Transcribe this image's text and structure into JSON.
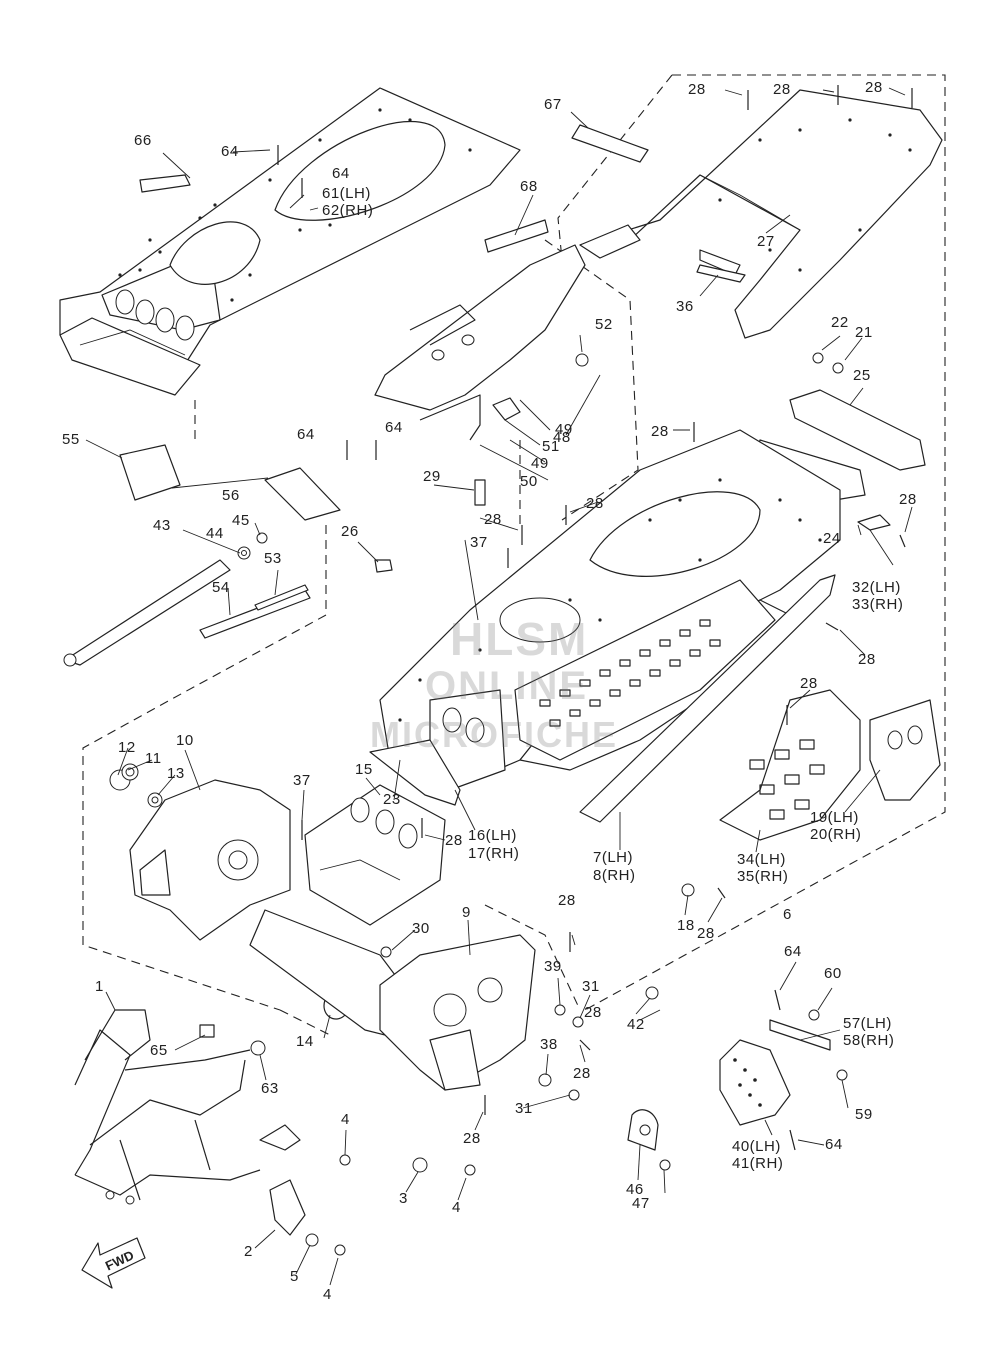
{
  "watermark": {
    "line1": "HLSM",
    "line2": "ONLINE",
    "line3": "MICROFICHE"
  },
  "fwd_label": "FWD",
  "callouts": [
    {
      "id": "c1",
      "text": "1"
    },
    {
      "id": "c2",
      "text": "2"
    },
    {
      "id": "c3",
      "text": "3"
    },
    {
      "id": "c4a",
      "text": "4"
    },
    {
      "id": "c4b",
      "text": "4"
    },
    {
      "id": "c4c",
      "text": "4"
    },
    {
      "id": "c5",
      "text": "5"
    },
    {
      "id": "c6",
      "text": "6"
    },
    {
      "id": "c7",
      "text": "7(LH)"
    },
    {
      "id": "c8",
      "text": "8(RH)"
    },
    {
      "id": "c9",
      "text": "9"
    },
    {
      "id": "c10",
      "text": "10"
    },
    {
      "id": "c11",
      "text": "11"
    },
    {
      "id": "c12",
      "text": "12"
    },
    {
      "id": "c13",
      "text": "13"
    },
    {
      "id": "c14",
      "text": "14"
    },
    {
      "id": "c15",
      "text": "15"
    },
    {
      "id": "c16",
      "text": "16(LH)"
    },
    {
      "id": "c17",
      "text": "17(RH)"
    },
    {
      "id": "c18",
      "text": "18"
    },
    {
      "id": "c19",
      "text": "19(LH)"
    },
    {
      "id": "c20",
      "text": "20(RH)"
    },
    {
      "id": "c21",
      "text": "21"
    },
    {
      "id": "c22",
      "text": "22"
    },
    {
      "id": "c23",
      "text": "23"
    },
    {
      "id": "c24",
      "text": "24"
    },
    {
      "id": "c25",
      "text": "25"
    },
    {
      "id": "c26",
      "text": "26"
    },
    {
      "id": "c27",
      "text": "27"
    },
    {
      "id": "c28a",
      "text": "28"
    },
    {
      "id": "c28b",
      "text": "28"
    },
    {
      "id": "c28c",
      "text": "28"
    },
    {
      "id": "c28d",
      "text": "28"
    },
    {
      "id": "c28e",
      "text": "28"
    },
    {
      "id": "c28f",
      "text": "28"
    },
    {
      "id": "c28g",
      "text": "28"
    },
    {
      "id": "c28h",
      "text": "28"
    },
    {
      "id": "c28i",
      "text": "28"
    },
    {
      "id": "c28j",
      "text": "28"
    },
    {
      "id": "c28k",
      "text": "28"
    },
    {
      "id": "c28l",
      "text": "28"
    },
    {
      "id": "c28m",
      "text": "28"
    },
    {
      "id": "c28n",
      "text": "28"
    },
    {
      "id": "c28o",
      "text": "28"
    },
    {
      "id": "c29",
      "text": "29"
    },
    {
      "id": "c30",
      "text": "30"
    },
    {
      "id": "c31a",
      "text": "31"
    },
    {
      "id": "c31b",
      "text": "31"
    },
    {
      "id": "c32",
      "text": "32(LH)"
    },
    {
      "id": "c33",
      "text": "33(RH)"
    },
    {
      "id": "c34",
      "text": "34(LH)"
    },
    {
      "id": "c35",
      "text": "35(RH)"
    },
    {
      "id": "c36",
      "text": "36"
    },
    {
      "id": "c37a",
      "text": "37"
    },
    {
      "id": "c37b",
      "text": "37"
    },
    {
      "id": "c38",
      "text": "38"
    },
    {
      "id": "c39",
      "text": "39"
    },
    {
      "id": "c40",
      "text": "40(LH)"
    },
    {
      "id": "c41",
      "text": "41(RH)"
    },
    {
      "id": "c42",
      "text": "42"
    },
    {
      "id": "c43",
      "text": "43"
    },
    {
      "id": "c44",
      "text": "44"
    },
    {
      "id": "c45",
      "text": "45"
    },
    {
      "id": "c46",
      "text": "46"
    },
    {
      "id": "c47",
      "text": "47"
    },
    {
      "id": "c48",
      "text": "48"
    },
    {
      "id": "c49a",
      "text": "49"
    },
    {
      "id": "c49b",
      "text": "49"
    },
    {
      "id": "c50",
      "text": "50"
    },
    {
      "id": "c51",
      "text": "51"
    },
    {
      "id": "c52",
      "text": "52"
    },
    {
      "id": "c53",
      "text": "53"
    },
    {
      "id": "c54",
      "text": "54"
    },
    {
      "id": "c55",
      "text": "55"
    },
    {
      "id": "c56",
      "text": "56"
    },
    {
      "id": "c57",
      "text": "57(LH)"
    },
    {
      "id": "c58",
      "text": "58(RH)"
    },
    {
      "id": "c59",
      "text": "59"
    },
    {
      "id": "c60",
      "text": "60"
    },
    {
      "id": "c61",
      "text": "61(LH)"
    },
    {
      "id": "c62",
      "text": "62(RH)"
    },
    {
      "id": "c63",
      "text": "63"
    },
    {
      "id": "c64a",
      "text": "64"
    },
    {
      "id": "c64b",
      "text": "64"
    },
    {
      "id": "c64c",
      "text": "64"
    },
    {
      "id": "c64d",
      "text": "64"
    },
    {
      "id": "c64e",
      "text": "64"
    },
    {
      "id": "c64f",
      "text": "64"
    },
    {
      "id": "c65",
      "text": "65"
    },
    {
      "id": "c66",
      "text": "66"
    },
    {
      "id": "c67",
      "text": "67"
    },
    {
      "id": "c68",
      "text": "68"
    }
  ]
}
